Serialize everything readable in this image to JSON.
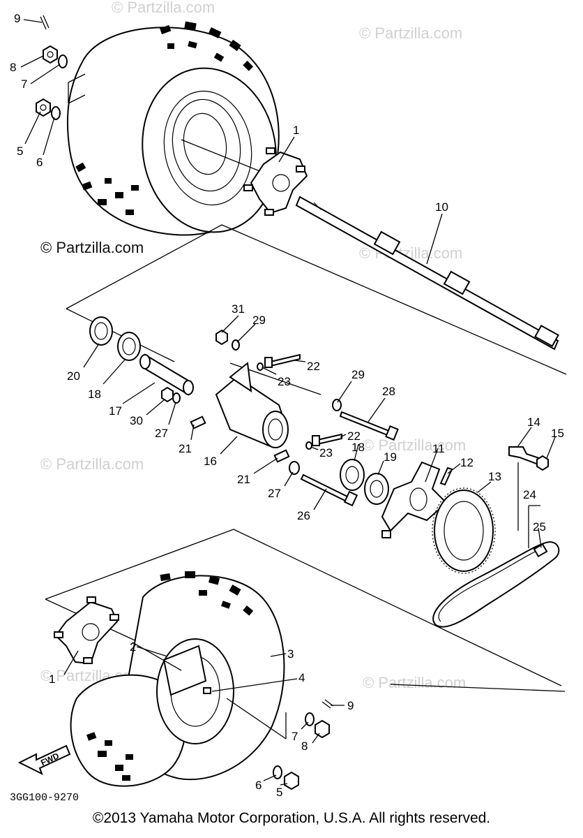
{
  "diagram": {
    "code": "3GG100-9270",
    "fwd_label": "FWD",
    "callouts": {
      "c1a": "1",
      "c1b": "1",
      "c2": "2",
      "c3": "3",
      "c4": "4",
      "c5a": "5",
      "c5b": "5",
      "c6a": "6",
      "c6b": "6",
      "c7a": "7",
      "c7b": "7",
      "c8a": "8",
      "c8b": "8",
      "c9a": "9",
      "c9b": "9",
      "c10": "10",
      "c11": "11",
      "c12": "12",
      "c13": "13",
      "c14": "14",
      "c15": "15",
      "c16": "16",
      "c17": "17",
      "c18a": "18",
      "c18b": "18",
      "c19": "19",
      "c20": "20",
      "c21a": "21",
      "c21b": "21",
      "c22a": "22",
      "c22b": "22",
      "c23a": "23",
      "c23b": "23",
      "c24": "24",
      "c25": "25",
      "c26": "26",
      "c27a": "27",
      "c27b": "27",
      "c28": "28",
      "c29a": "29",
      "c29b": "29",
      "c30": "30",
      "c31": "31"
    }
  },
  "watermarks": {
    "text": "© Partzilla.com"
  },
  "footer": {
    "copyright": "©2013 Yamaha Motor Corporation, U.S.A. All rights reserved."
  }
}
